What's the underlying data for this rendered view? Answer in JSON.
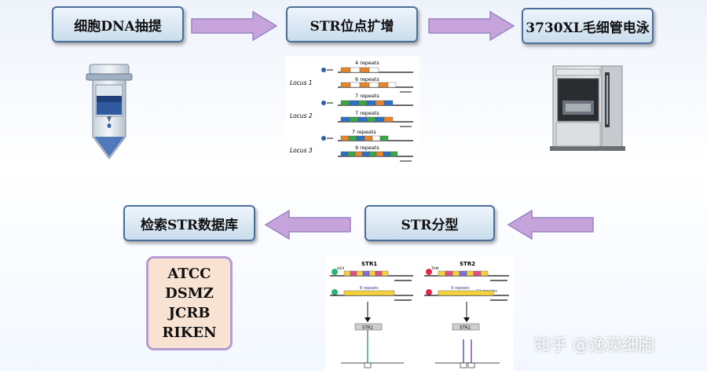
{
  "steps": {
    "dna_extraction": "细胞DNA抽提",
    "str_amplification": "STR位点扩增",
    "electrophoresis": "3730XL毛细管电泳",
    "str_typing": "STR分型",
    "database_search": "检索STR数据库"
  },
  "loci_panel": {
    "loci": [
      {
        "label": "Locus 1",
        "repeats": [
          "4 repeats",
          "6 repeats"
        ]
      },
      {
        "label": "Locus 2",
        "repeats": [
          "7 repeats",
          "7 repeats"
        ]
      },
      {
        "label": "Locus 3",
        "repeats": [
          "7 repeats",
          "9 repeats"
        ]
      }
    ],
    "colors": {
      "orange": "#e8862c",
      "blue": "#2f6fc7",
      "green": "#3aa64a",
      "white": "#ffffff"
    }
  },
  "typing_panel": {
    "str1": {
      "title": "STR1",
      "tag": "HEX",
      "repeats": "8 repeats",
      "result": "STR1"
    },
    "str2": {
      "title": "STR2",
      "tag": "TAM",
      "repeats_a": "9 repeats",
      "repeats_b": "12 repeats",
      "result": "STR2"
    }
  },
  "databases": [
    "ATCC",
    "DSMZ",
    "JCRB",
    "RIKEN"
  ],
  "watermark": "知乎 @逸漠细胞",
  "colors": {
    "step_border": "#4b6f98",
    "arrow_fill": "#c7a3dc",
    "db_fill": "#f8e3d3"
  }
}
